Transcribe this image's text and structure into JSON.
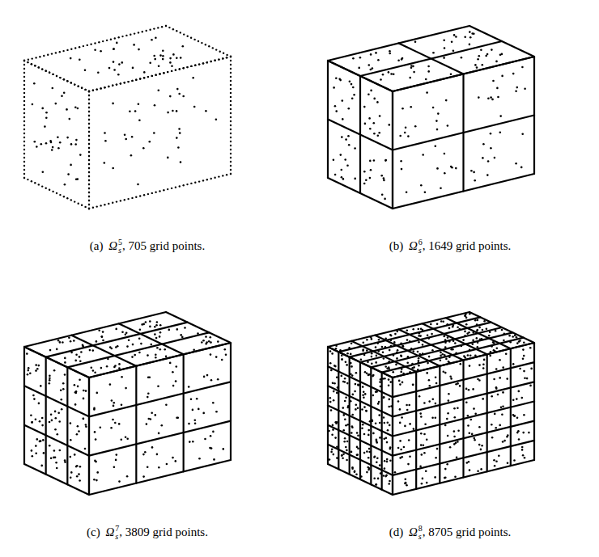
{
  "diagram": {
    "labels": [
      "(a)",
      "Ω",
      "s",
      "5",
      ", 705 grid points.",
      "(b)",
      "Ω",
      "s",
      "6",
      ", 1649 grid points.",
      "(c)",
      "Ω",
      "s",
      "7",
      ", 3809 grid points.",
      "(d)",
      "Ω",
      "s",
      "8",
      ", 8705 grid points."
    ]
  }
}
